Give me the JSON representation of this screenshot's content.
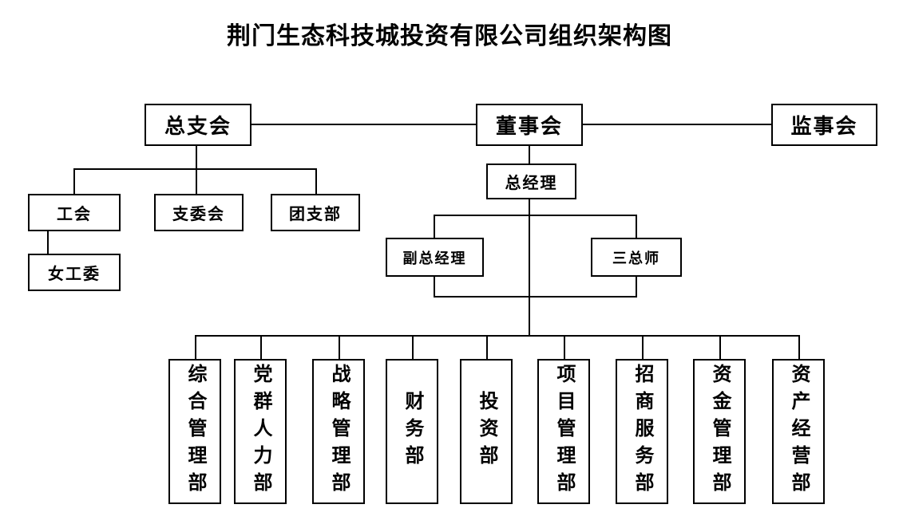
{
  "title": "荆门生态科技城投资有限公司组织架构图",
  "nodes": {
    "general_branch_committee": "总支会",
    "board_of_directors": "董事会",
    "supervisory_board": "监事会",
    "labor_union": "工会",
    "branch_committee": "支委会",
    "youth_league_branch": "团支部",
    "women_workers_committee": "女工委",
    "general_manager": "总经理",
    "deputy_general_manager": "副总经理",
    "three_chief_engineers": "三总师"
  },
  "departments": [
    "综合管理部",
    "党群人力部",
    "战略管理部",
    "财务部",
    "投资部",
    "项目管理部",
    "招商服务部",
    "资金管理部",
    "资产经营部"
  ],
  "colors": {
    "line": "#000000",
    "box_border": "#000000",
    "background": "#ffffff",
    "text": "#000000"
  }
}
